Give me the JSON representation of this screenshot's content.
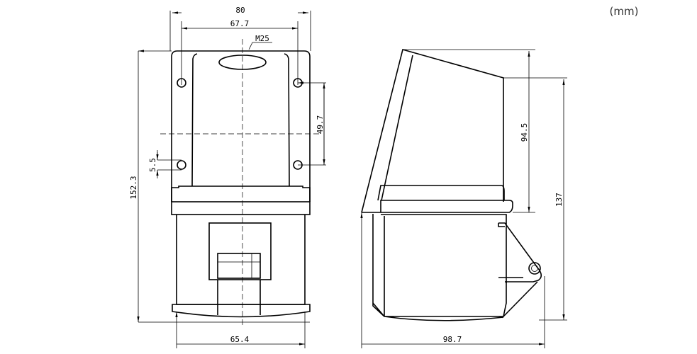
{
  "unit_label": "(mm)",
  "front_view": {
    "width_overall": "80",
    "hole_spacing_horizontal": "67.7",
    "cable_entry": "M25",
    "hole_spacing_vertical": "49.7",
    "hole_diameter": "5.5",
    "height_overall": "152.3",
    "base_width": "65.4"
  },
  "side_view": {
    "top_height": "94.5",
    "mount_height": "137",
    "depth_overall": "98.7"
  }
}
